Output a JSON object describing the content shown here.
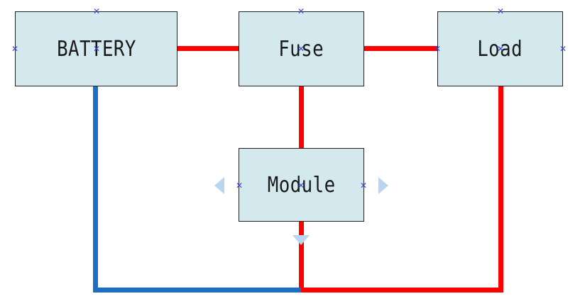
{
  "diagram": {
    "nodes": [
      {
        "id": "battery",
        "label": "BATTERY"
      },
      {
        "id": "fuse",
        "label": "Fuse"
      },
      {
        "id": "load",
        "label": "Load"
      },
      {
        "id": "module",
        "label": "Module",
        "selected": true
      }
    ],
    "edges": [
      {
        "from": "battery",
        "to": "fuse",
        "color": "red"
      },
      {
        "from": "fuse",
        "to": "load",
        "color": "red"
      },
      {
        "from": "fuse",
        "to": "module",
        "color": "red"
      },
      {
        "from": "module",
        "to": "bottom-bus",
        "color": "red"
      },
      {
        "from": "load",
        "to": "bottom-bus",
        "color": "red"
      },
      {
        "from": "battery",
        "to": "bottom-bus",
        "color": "blue"
      }
    ]
  },
  "colors": {
    "box_fill": "#d4e9ee",
    "box_border": "#222222",
    "wire_red": "#ff0000",
    "wire_blue": "#1a6fc4",
    "handle": "#3a44d8",
    "selection_arrow": "#b9d5f0"
  },
  "icons": {
    "connection_handle": "x-mark-icon",
    "resize_arrow": "triangle-arrow-icon"
  }
}
